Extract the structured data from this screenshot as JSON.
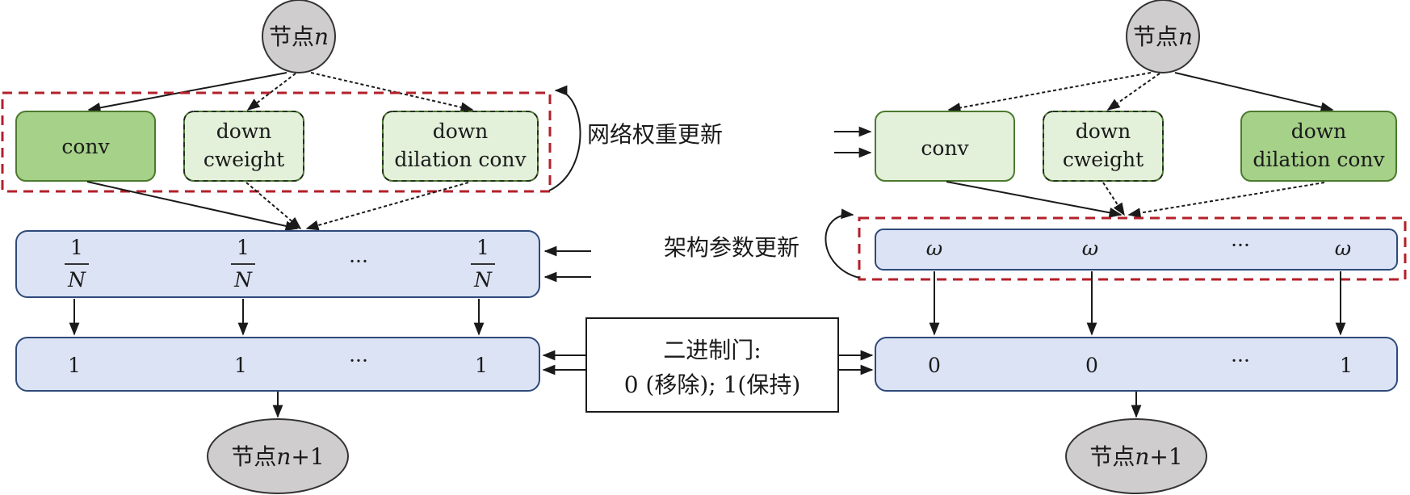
{
  "left": {
    "node_top": {
      "prefix": "节点",
      "var": "n"
    },
    "ops": [
      {
        "lines": [
          "conv"
        ]
      },
      {
        "lines": [
          "down",
          "cweight"
        ]
      },
      {
        "lines": [
          "down",
          "dilation conv"
        ]
      }
    ],
    "weights": {
      "frac_num": "1",
      "frac_den": "N",
      "ellipsis": "···"
    },
    "gates": {
      "values": [
        "1",
        "1",
        "1"
      ],
      "ellipsis": "···"
    },
    "node_bottom": {
      "prefix": "节点",
      "var": "n",
      "suffix": "+1"
    },
    "update_label": "网络权重更新"
  },
  "center": {
    "gate_line1": "二进制门:",
    "gate_line2": "0 (移除); 1(保持)"
  },
  "right": {
    "node_top": {
      "prefix": "节点",
      "var": "n"
    },
    "ops": [
      {
        "lines": [
          "conv"
        ]
      },
      {
        "lines": [
          "down",
          "cweight"
        ]
      },
      {
        "lines": [
          "down",
          "dilation conv"
        ]
      }
    ],
    "weights": {
      "symbol": "ω",
      "ellipsis": "···"
    },
    "gates": {
      "values": [
        "0",
        "0",
        "1"
      ],
      "ellipsis": "···"
    },
    "node_bottom": {
      "prefix": "节点",
      "var": "n",
      "suffix": "+1"
    },
    "update_label": "架构参数更新"
  }
}
